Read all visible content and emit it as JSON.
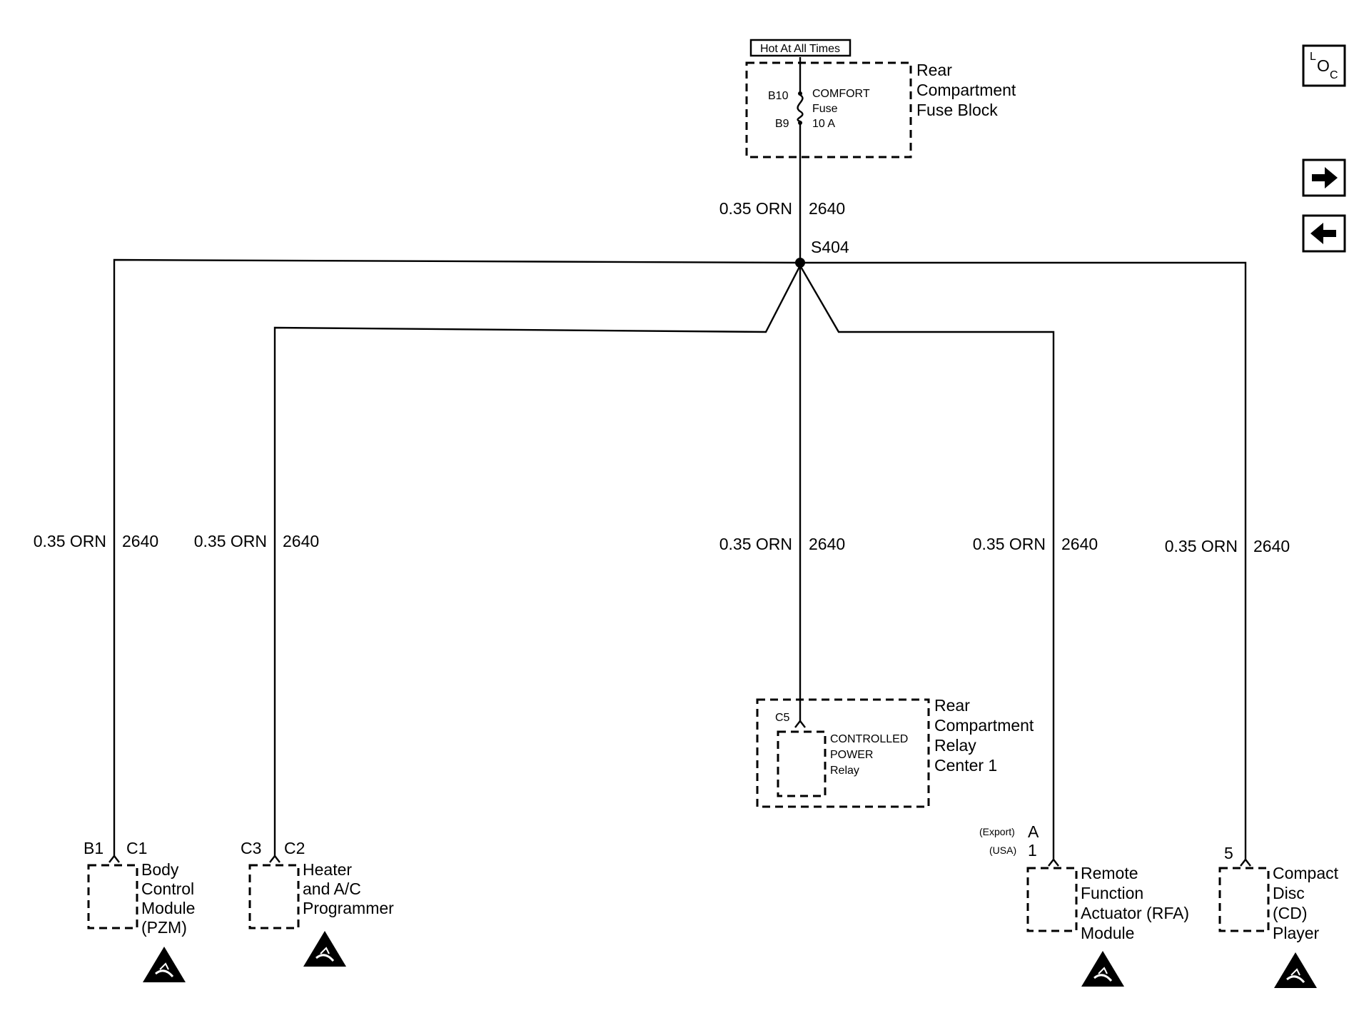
{
  "header": {
    "hot_label": "Hot At All Times"
  },
  "fuse_block": {
    "name_lines": [
      "Rear",
      "Compartment",
      "Fuse Block"
    ],
    "pin_in": "B10",
    "pin_out": "B9",
    "fuse_lines": [
      "COMFORT",
      "Fuse",
      "10 A"
    ]
  },
  "splice": "S404",
  "wires": {
    "feed": {
      "gauge": "0.35 ORN",
      "circuit": "2640"
    },
    "bcm": {
      "gauge": "0.35 ORN",
      "circuit": "2640"
    },
    "hvac": {
      "gauge": "0.35 ORN",
      "circuit": "2640"
    },
    "relay": {
      "gauge": "0.35 ORN",
      "circuit": "2640"
    },
    "rfa": {
      "gauge": "0.35 ORN",
      "circuit": "2640"
    },
    "cd": {
      "gauge": "0.35 ORN",
      "circuit": "2640"
    }
  },
  "relay_center": {
    "name_lines": [
      "Rear",
      "Compartment",
      "Relay",
      "Center 1"
    ],
    "connector": "C5",
    "relay_lines": [
      "CONTROLLED",
      "POWER",
      "Relay"
    ]
  },
  "components": {
    "bcm": {
      "pin": "B1",
      "connector": "C1",
      "name_lines": [
        "Body",
        "Control",
        "Module",
        "(PZM)"
      ]
    },
    "hvac": {
      "pin": "C3",
      "connector": "C2",
      "name_lines": [
        "Heater",
        "and A/C",
        "Programmer"
      ]
    },
    "rfa": {
      "pin_export_note": "(Export)",
      "pin_export": "A",
      "pin_usa_note": "(USA)",
      "pin_usa": "1",
      "name_lines": [
        "Remote",
        "Function",
        "Actuator (RFA)",
        "Module"
      ]
    },
    "cd": {
      "pin": "5",
      "name_lines": [
        "Compact",
        "Disc",
        "(CD)",
        "Player"
      ]
    }
  },
  "side_icons": {
    "loc_icon": "location-icon",
    "next_icon": "arrow-right-icon",
    "prev_icon": "arrow-left-icon",
    "loc_letters": [
      "L",
      "O",
      "C"
    ]
  },
  "esd_icon": "esd-warning-icon"
}
